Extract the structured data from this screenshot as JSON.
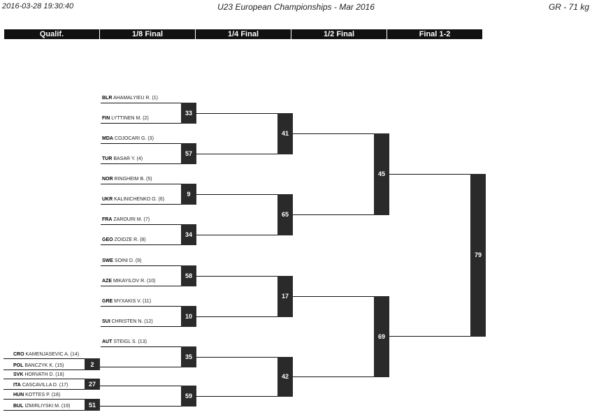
{
  "header": {
    "timestamp": "2016-03-28 19:30:40",
    "title": "U23 European Championships - Mar 2016",
    "category": "GR - 71 kg"
  },
  "rounds": [
    "Qualif.",
    "1/8 Final",
    "1/4 Final",
    "1/2 Final",
    "Final 1-2"
  ],
  "qualif_pairs": [
    {
      "a": {
        "country": "CRO",
        "name": "KAMENJASEVIC A. (14)"
      },
      "b": {
        "country": "POL",
        "name": "BANCZYK K. (15)"
      },
      "result": "2"
    },
    {
      "a": {
        "country": "SVK",
        "name": "HORVATH D. (16)"
      },
      "b": {
        "country": "ITA",
        "name": "CASCAVILLA D. (17)"
      },
      "result": "27"
    },
    {
      "a": {
        "country": "HUN",
        "name": "KOTTES P. (18)"
      },
      "b": {
        "country": "BUL",
        "name": "IZMIRLIYSKI M. (19)"
      },
      "result": "51"
    }
  ],
  "eighth_pairs": [
    {
      "a": {
        "country": "BLR",
        "name": "AHAMALYIEU R. (1)"
      },
      "b": {
        "country": "FIN",
        "name": "LYTTINEN M. (2)"
      },
      "result": "33"
    },
    {
      "a": {
        "country": "MDA",
        "name": "COJOCARI G. (3)"
      },
      "b": {
        "country": "TUR",
        "name": "BASAR Y. (4)"
      },
      "result": "57"
    },
    {
      "a": {
        "country": "NOR",
        "name": "RINGHEIM B. (5)"
      },
      "b": {
        "country": "UKR",
        "name": "KALINICHENKO O. (6)"
      },
      "result": "9"
    },
    {
      "a": {
        "country": "FRA",
        "name": "ZAROURI M. (7)"
      },
      "b": {
        "country": "GEO",
        "name": "ZOIDZE R. (8)"
      },
      "result": "34"
    },
    {
      "a": {
        "country": "SWE",
        "name": "SOINI D. (9)"
      },
      "b": {
        "country": "AZE",
        "name": "MIKAYILOV R. (10)"
      },
      "result": "58"
    },
    {
      "a": {
        "country": "GRE",
        "name": "MYXAKIS V. (11)"
      },
      "b": {
        "country": "SUI",
        "name": "CHRISTEN N. (12)"
      },
      "result": "10"
    },
    {
      "a": {
        "country": "AUT",
        "name": "STEIGL S. (13)"
      },
      "b": null,
      "result": "35"
    },
    {
      "a": null,
      "b": null,
      "result": "59"
    }
  ],
  "quarter_results": [
    "41",
    "65",
    "17",
    "42"
  ],
  "semi_results": [
    "45",
    "69"
  ],
  "final_result": "79"
}
